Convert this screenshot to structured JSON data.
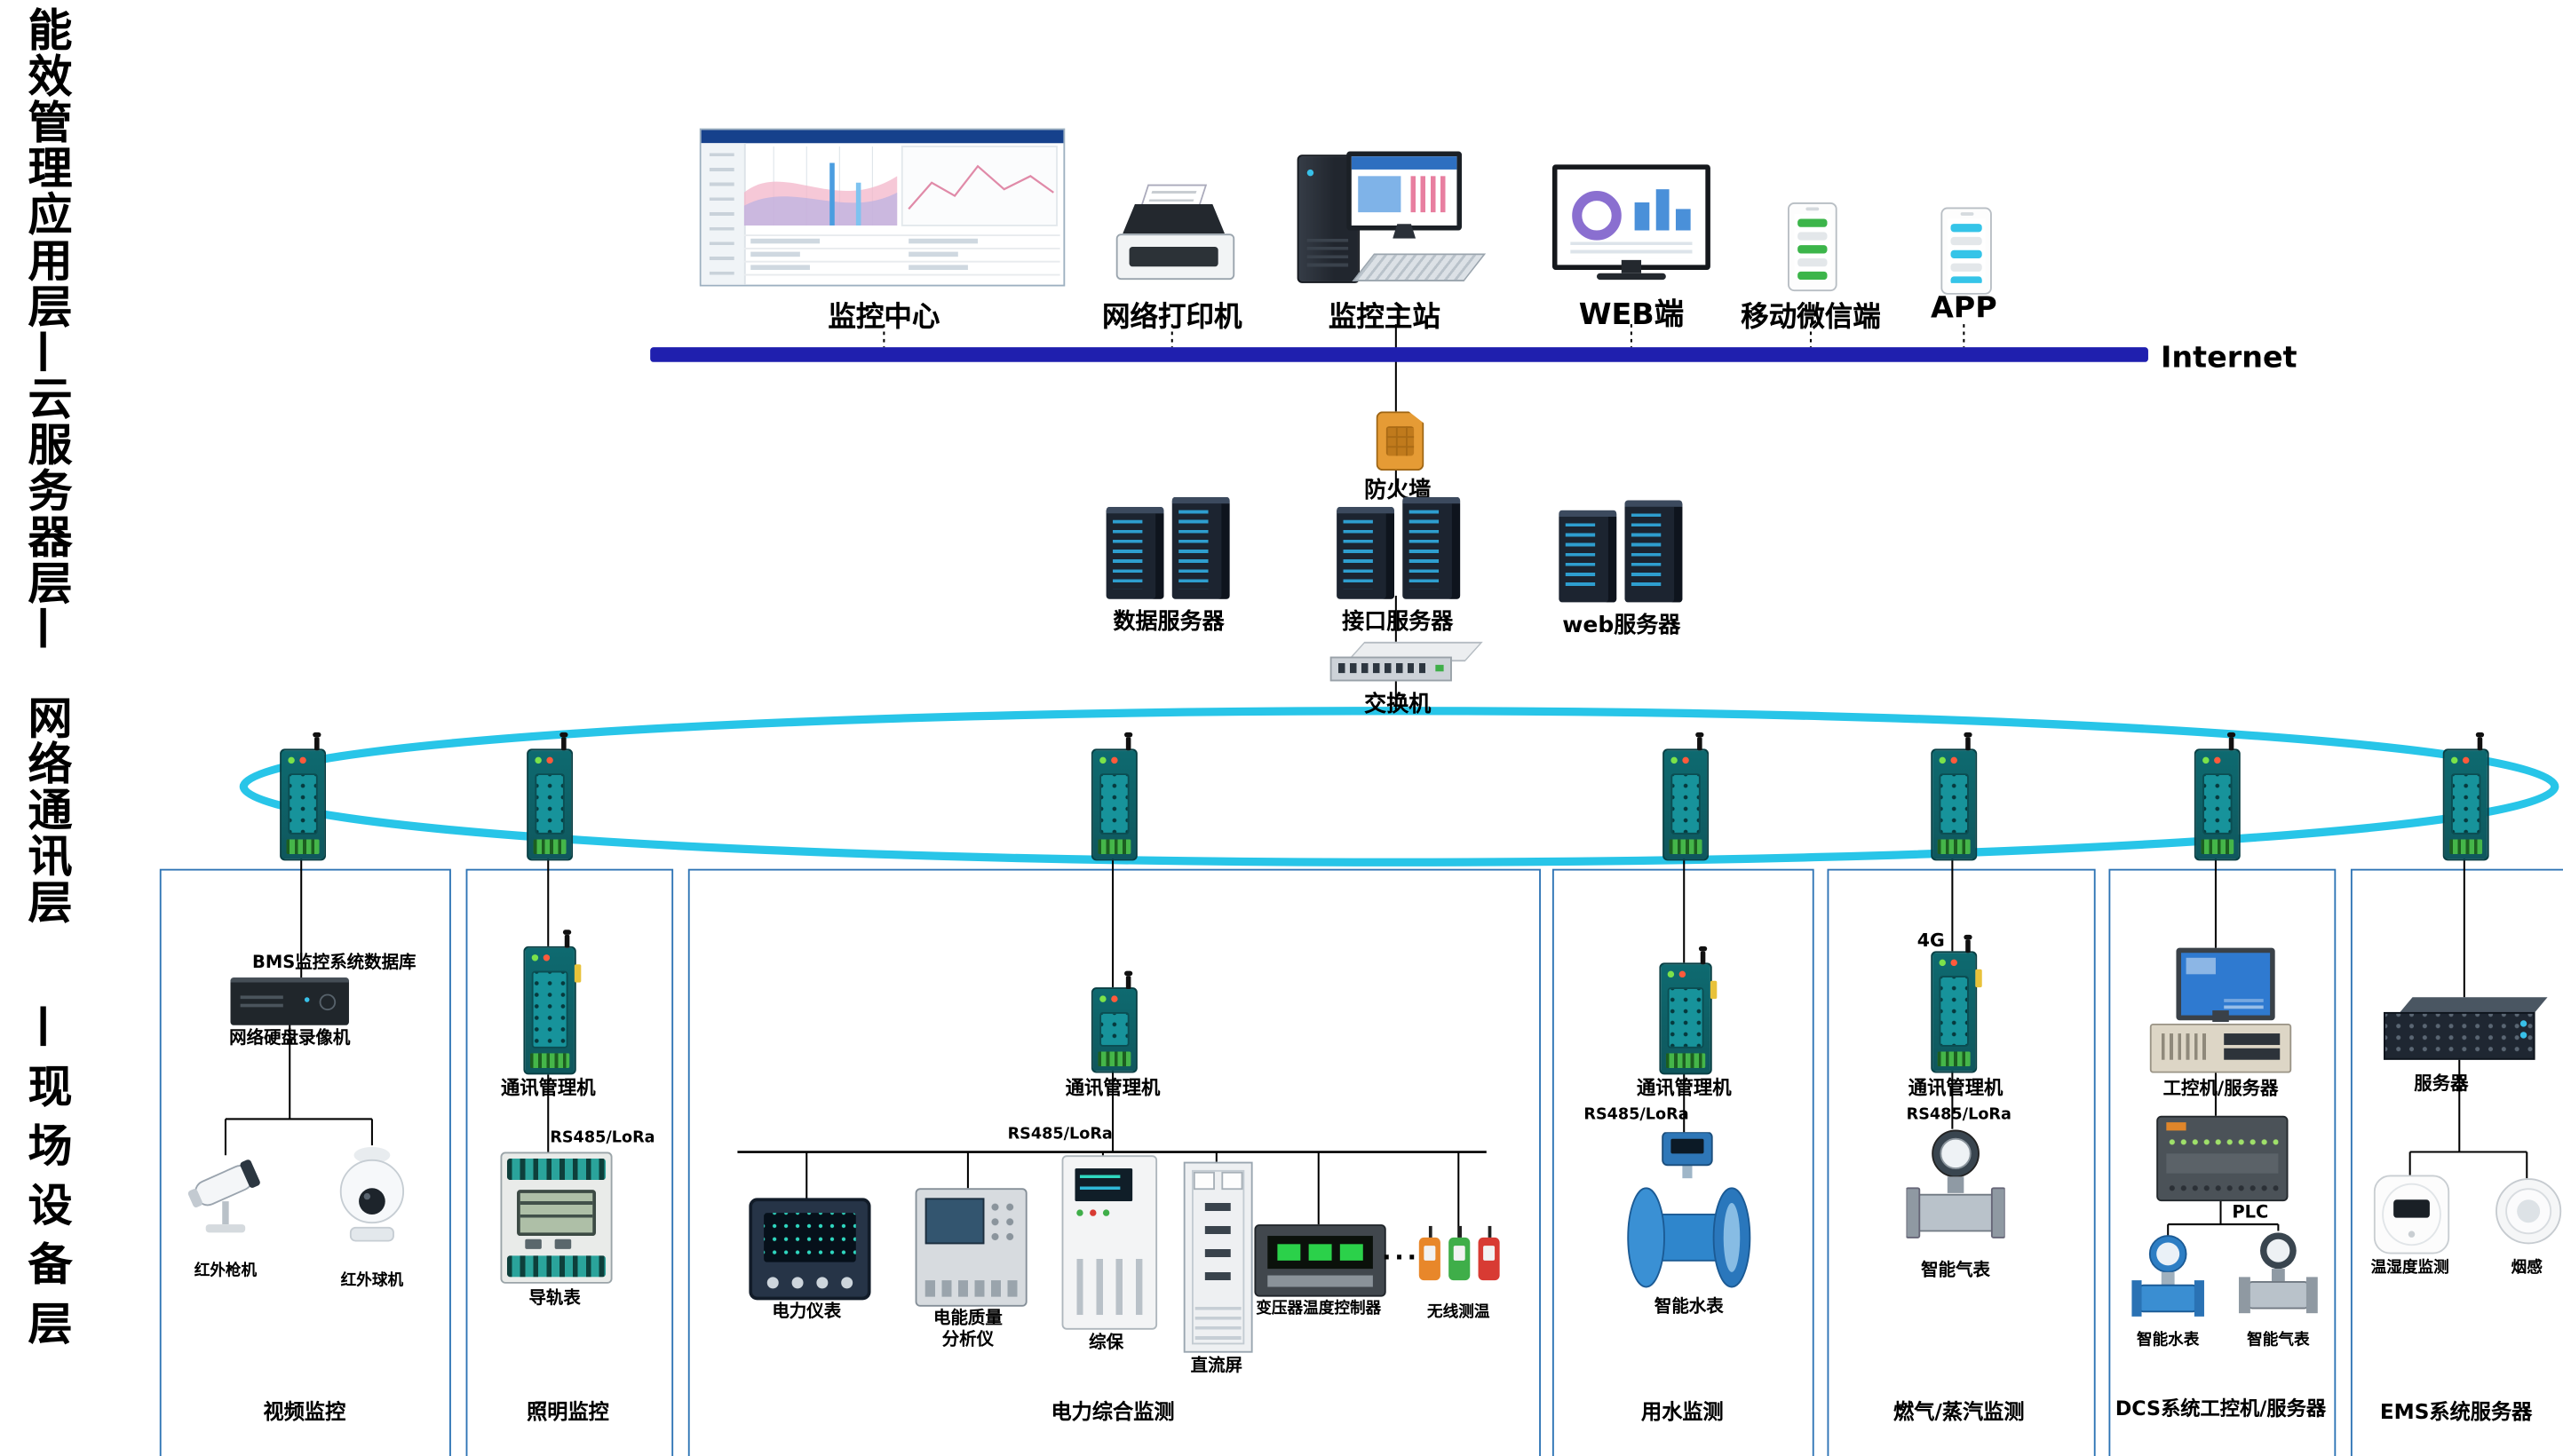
{
  "colors": {
    "internet_bar": "#1f1fae",
    "ring": "#28c5e8",
    "box_border": "#2e74b5",
    "gateway_teal": "#0e6a70"
  },
  "layer_labels": {
    "app_cloud": "能效管理应用层—云服务器层—",
    "network": "网络通讯层",
    "field": "—现场设备层"
  },
  "top": {
    "monitor_center": "监控中心",
    "printer": "网络打印机",
    "master_station": "监控主站",
    "web": "WEB端",
    "wechat": "移动微信端",
    "app": "APP",
    "internet": "Internet"
  },
  "core": {
    "firewall": "防火墙",
    "data_server": "数据服务器",
    "interface_server": "接口服务器",
    "web_server": "web服务器",
    "switch": "交换机"
  },
  "boxes": {
    "video": {
      "title": "视频监控",
      "bms_db": "BMS监控系统数据库",
      "nvr": "网络硬盘录像机",
      "bullet_cam": "红外枪机",
      "dome_cam": "红外球机"
    },
    "lighting": {
      "title": "照明监控",
      "gateway": "通讯管理机",
      "bus": "RS485/LoRa",
      "meter": "导轨表"
    },
    "power": {
      "title": "电力综合监测",
      "gateway": "通讯管理机",
      "bus": "RS485/LoRa",
      "more": "···",
      "devices": {
        "power_meter": "电力仪表",
        "quality_analyzer": "电能质量\n分析仪",
        "protection": "综保",
        "dc_panel": "直流屏",
        "temp_controller": "变压器温度控制器",
        "wireless_temp": "无线测温"
      }
    },
    "water": {
      "title": "用水监测",
      "gateway": "通讯管理机",
      "bus": "RS485/LoRa",
      "meter": "智能水表"
    },
    "gas": {
      "title": "燃气/蒸汽监测",
      "tag": "4G",
      "gateway": "通讯管理机",
      "bus": "RS485/LoRa",
      "meter": "智能气表"
    },
    "dcs": {
      "title": "DCS系统工控机/服务器",
      "ipc": "工控机/服务器",
      "plc": "PLC",
      "water_meter": "智能水表",
      "gas_meter": "智能气表"
    },
    "ems": {
      "title": "EMS系统服务器",
      "server": "服务器",
      "temp_humidity": "温湿度监测",
      "smoke": "烟感"
    }
  }
}
